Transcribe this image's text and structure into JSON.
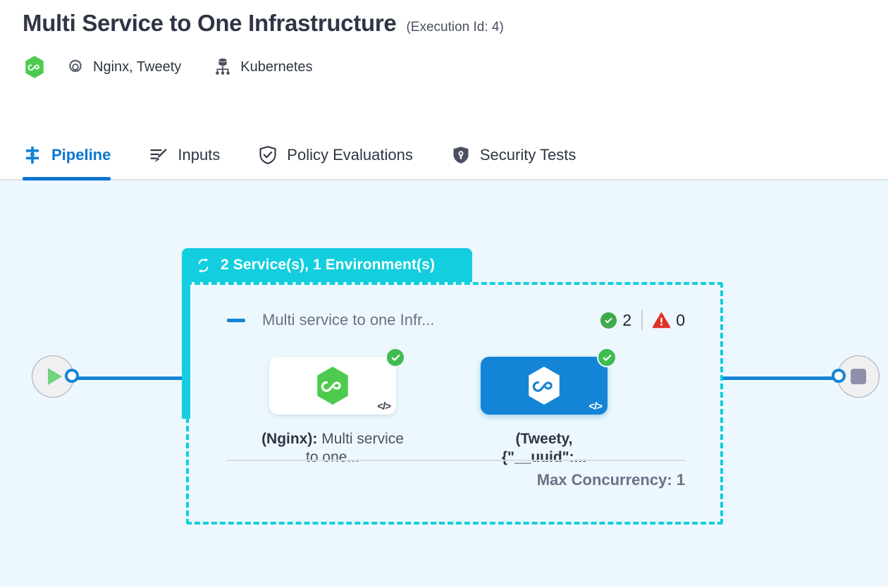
{
  "header": {
    "title": "Multi Service to One Infrastructure",
    "execution_id": "(Execution Id: 4)",
    "brand_icon": "hexagon-infinity-logo",
    "services_icon": "gear-icon",
    "services": "Nginx, Tweety",
    "infra_icon": "kubernetes-cluster-icon",
    "infrastructure": "Kubernetes"
  },
  "tabs": [
    {
      "label": "Pipeline",
      "icon": "pipeline-icon",
      "active": true
    },
    {
      "label": "Inputs",
      "icon": "inputs-edit-icon",
      "active": false
    },
    {
      "label": "Policy Evaluations",
      "icon": "shield-check-icon",
      "active": false
    },
    {
      "label": "Security Tests",
      "icon": "shield-security-icon",
      "active": false
    }
  ],
  "canvas": {
    "start_node": {
      "icon": "play-icon"
    },
    "end_node": {
      "icon": "stop-icon"
    },
    "group": {
      "header_icon": "loop-refresh-icon",
      "header_label": "2 Service(s), 1 Environment(s)",
      "collapse_icon": "minus-icon",
      "collapse_title": "Multi service to one Infr...",
      "success_count": "2",
      "success_icon": "check-circle-icon",
      "error_count": "0",
      "error_icon": "warning-triangle-icon",
      "cards": [
        {
          "logo": "hexagon-infinity-logo",
          "status_icon": "check-circle-icon",
          "code_icon": "code-brackets-icon",
          "name": "(Nginx):",
          "detail": " Multi service to one...",
          "selected": false
        },
        {
          "logo": "hexagon-infinity-logo",
          "status_icon": "check-circle-icon",
          "code_icon": "code-brackets-icon",
          "name": "(Tweety, {\"__uuid\":...",
          "detail": "",
          "selected": true
        }
      ],
      "max_concurrency": "Max Concurrency: 1"
    }
  },
  "colors": {
    "accent_blue": "#1484d6",
    "group_teal": "#13cede",
    "canvas_bg": "#ecf8fd",
    "success_green": "#3faa4a",
    "error_red": "#e03127",
    "brand_green": "#4ecb4e"
  }
}
